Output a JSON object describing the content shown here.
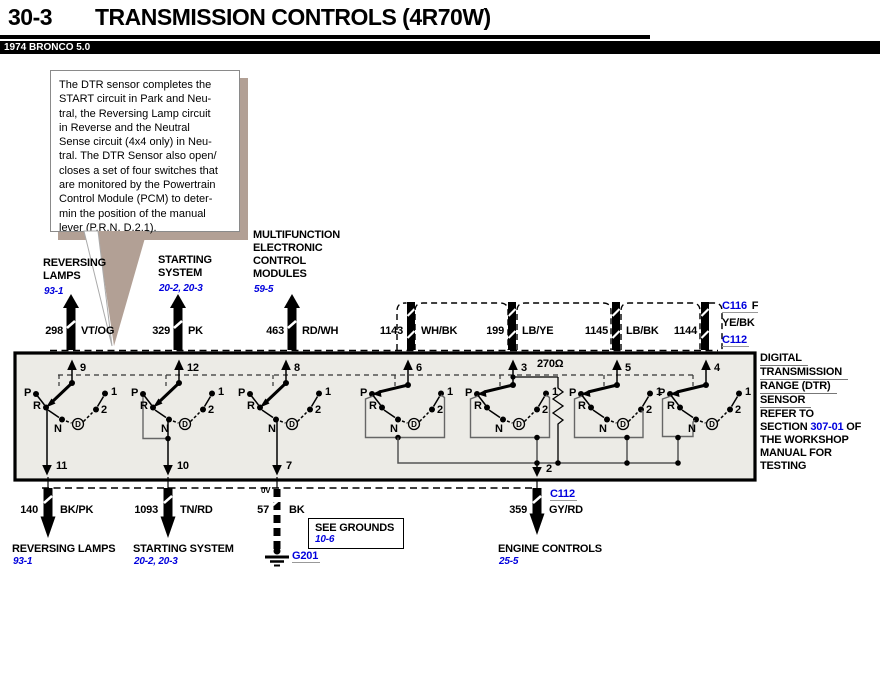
{
  "header": {
    "section": "30-3",
    "title": "TRANSMISSION CONTROLS (4R70W)",
    "vehicle": "1974 BRONCO 5.0"
  },
  "note": {
    "lines": [
      "The DTR sensor completes the",
      "START circuit in Park and Neu-",
      "tral, the Reversing Lamp circuit",
      "in Reverse and the Neutral",
      "Sense circuit (4x4 only) in Neu-",
      "tral. The DTR Sensor also open/",
      "closes a set of four switches that",
      "are monitored by the Powertrain",
      "Control Module (PCM) to deter-",
      "min the position of the manual",
      "lever (P,R,N, D,2,1)."
    ]
  },
  "top_circuits": [
    {
      "name_lines": [
        "REVERSING",
        "LAMPS"
      ],
      "ref": "93-1",
      "wire": {
        "number": "298",
        "color": "VT/OG"
      }
    },
    {
      "name_lines": [
        "STARTING",
        "SYSTEM"
      ],
      "ref": "20-2,  20-3",
      "wire": {
        "number": "329",
        "color": "PK"
      }
    },
    {
      "name_lines": [
        "MULTIFUNCTION",
        "ELECTRONIC",
        "CONTROL",
        "MODULES"
      ],
      "ref": "59-5",
      "wire": {
        "number": "463",
        "color": "RD/WH"
      }
    }
  ],
  "harness_wires": [
    {
      "number": "1143",
      "color": "WH/BK"
    },
    {
      "number": "199",
      "color": "LB/YE"
    },
    {
      "number": "1145",
      "color": "LB/BK"
    },
    {
      "number": "1144",
      "color": "YE/BK"
    }
  ],
  "connectors": {
    "c116": "C116",
    "c116_suffix": "F",
    "c112_top": "C112",
    "c112_bottom": "C112"
  },
  "sensor": {
    "title_lines": [
      "DIGITAL",
      "TRANSMISSION",
      "RANGE (DTR)",
      "SENSOR"
    ],
    "note_line1": "REFER TO",
    "note_section_prefix": "SECTION",
    "note_section_link": "307-01",
    "note_section_suffix": "OF",
    "note_rest": [
      "THE WORKSHOP",
      "MANUAL FOR",
      "TESTING"
    ],
    "resistor": "270Ω",
    "contact_labels": {
      "p": "P",
      "r": "R",
      "n": "N",
      "d": "D",
      "two": "2",
      "one": "1"
    },
    "switch_top_pins": [
      "9",
      "12",
      "8",
      "6",
      "3",
      "5",
      "4"
    ],
    "switch_bottom_pins": [
      "11",
      "10",
      "7"
    ],
    "shared_bottom_pin": "2"
  },
  "bottom_circuits": [
    {
      "number": "140",
      "color": "BK/PK",
      "dest": "REVERSING LAMPS",
      "ref": "93-1"
    },
    {
      "number": "1093",
      "color": "TN/RD",
      "dest": "STARTING SYSTEM",
      "ref": "20-2,  20-3"
    },
    {
      "number": "57",
      "color": "BK",
      "volt_label": "0V",
      "ground_id": "G201"
    },
    {
      "number": "359",
      "color": "GY/RD",
      "dest": "ENGINE CONTROLS",
      "ref": "25-5",
      "connector": "C112"
    }
  ],
  "grounds_note": {
    "line1": "SEE GROUNDS",
    "ref": "10-6"
  },
  "colors": {
    "link_blue": "#0000dd",
    "shadow_tan": "#b2a095",
    "sensor_fill": "#ecebe6"
  }
}
